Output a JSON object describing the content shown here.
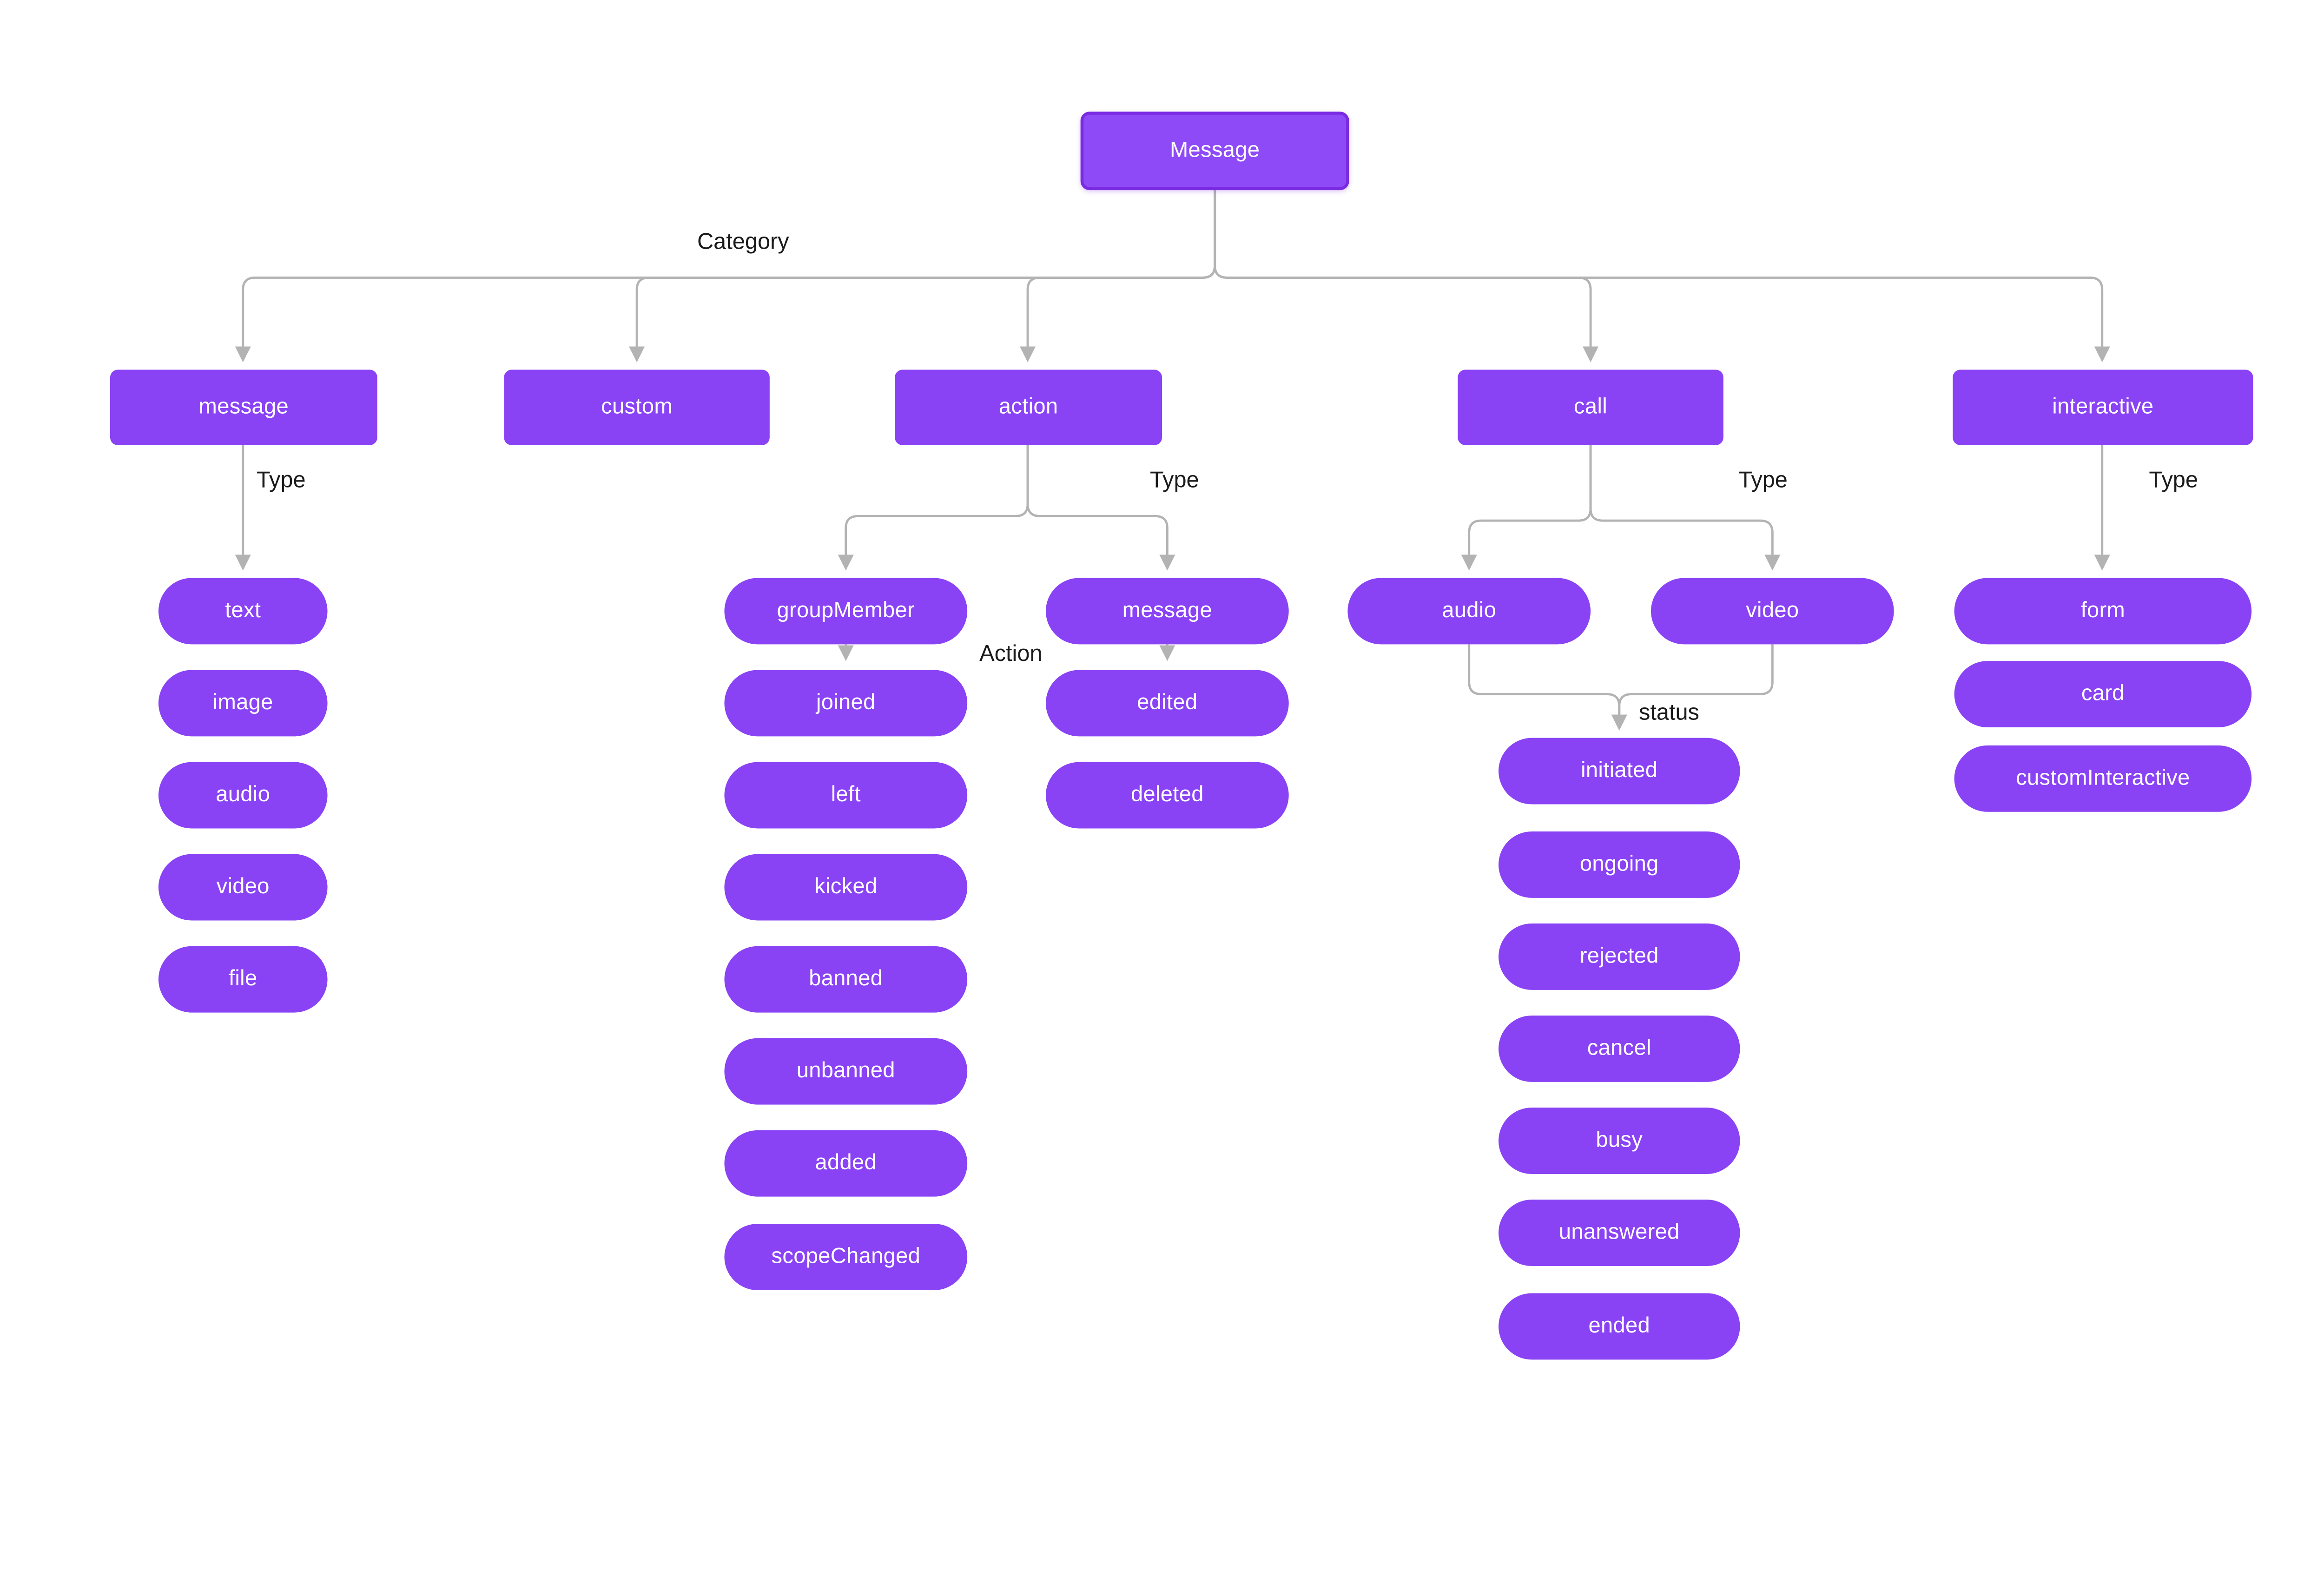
{
  "colors": {
    "node_fill": "#8A42F5",
    "root_fill": "#8E4AF6",
    "root_border": "#7A2BE0",
    "node_text": "#FFFFFF",
    "connector": "#B3B3B3",
    "label_text": "#1A1A1A",
    "background": "#FFFFFF"
  },
  "root": {
    "label": "Message"
  },
  "edge_labels": {
    "category": "Category",
    "message_type": "Type",
    "action_type": "Type",
    "group_member_action": "Action",
    "call_type": "Type",
    "call_status": "status",
    "interactive_type": "Type"
  },
  "categories": [
    "message",
    "custom",
    "action",
    "call",
    "interactive"
  ],
  "message_types": [
    "text",
    "image",
    "audio",
    "video",
    "file"
  ],
  "action_types": [
    "groupMember",
    "message"
  ],
  "group_member_actions": [
    "joined",
    "left",
    "kicked",
    "banned",
    "unbanned",
    "added",
    "scopeChanged"
  ],
  "action_message_types": [
    "edited",
    "deleted"
  ],
  "call_types": [
    "audio",
    "video"
  ],
  "call_statuses": [
    "initiated",
    "ongoing",
    "rejected",
    "cancel",
    "busy",
    "unanswered",
    "ended"
  ],
  "interactive_types": [
    "form",
    "card",
    "customInteractive"
  ]
}
